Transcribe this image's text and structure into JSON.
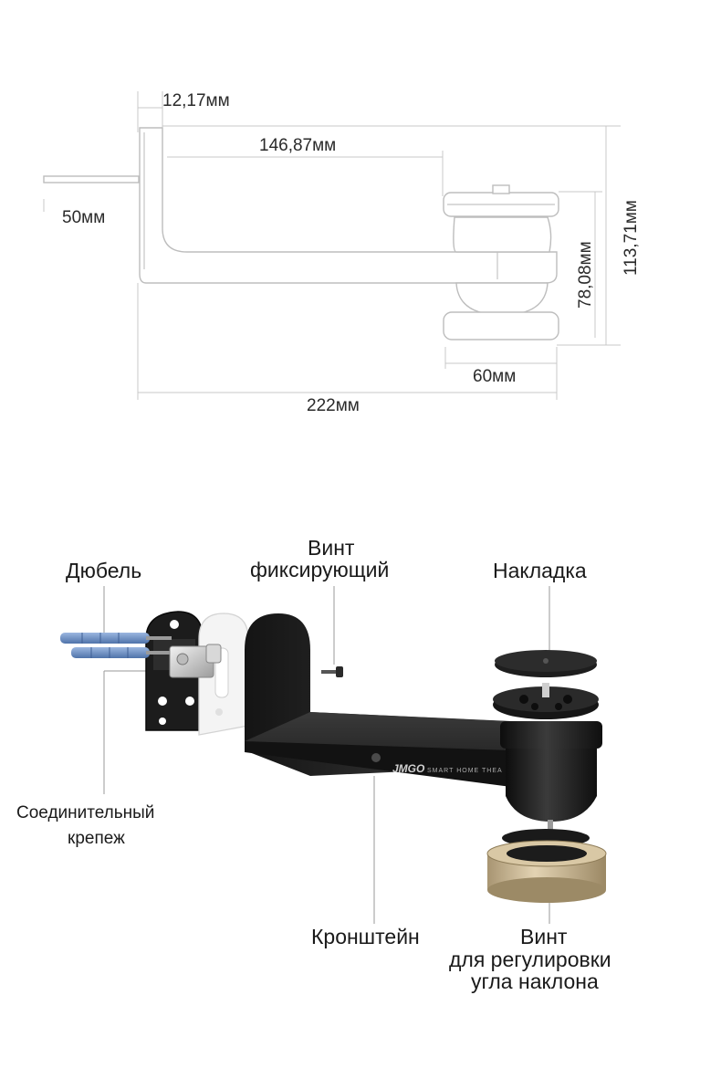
{
  "dimensions": {
    "d_12_17": "12,17мм",
    "d_146_87": "146,87мм",
    "d_50": "50мм",
    "d_113_71": "113,71мм",
    "d_78_08": "78,08мм",
    "d_60": "60мм",
    "d_222": "222мм"
  },
  "labels": {
    "dubel": "Дюбель",
    "vint_fix_1": "Винт",
    "vint_fix_2": "фиксирующий",
    "nakladka": "Накладка",
    "soed_1": "Соединительный",
    "soed_2": "крепеж",
    "kronshtein": "Кронштейн",
    "vint_reg_1": "Винт",
    "vint_reg_2": "для регулировки",
    "vint_reg_3": "угла наклона"
  },
  "product": {
    "brand": "JMGO",
    "tagline": "SMART HOME THEA"
  },
  "colors": {
    "bracket": "#262626",
    "wall_plate": "#1c1c1c",
    "spacer": "#f1f1f1",
    "anchor": "#6d8fc4",
    "knob": "#c8b48f",
    "pad": "#1e1e1e",
    "leader": "#9a9a9a"
  }
}
